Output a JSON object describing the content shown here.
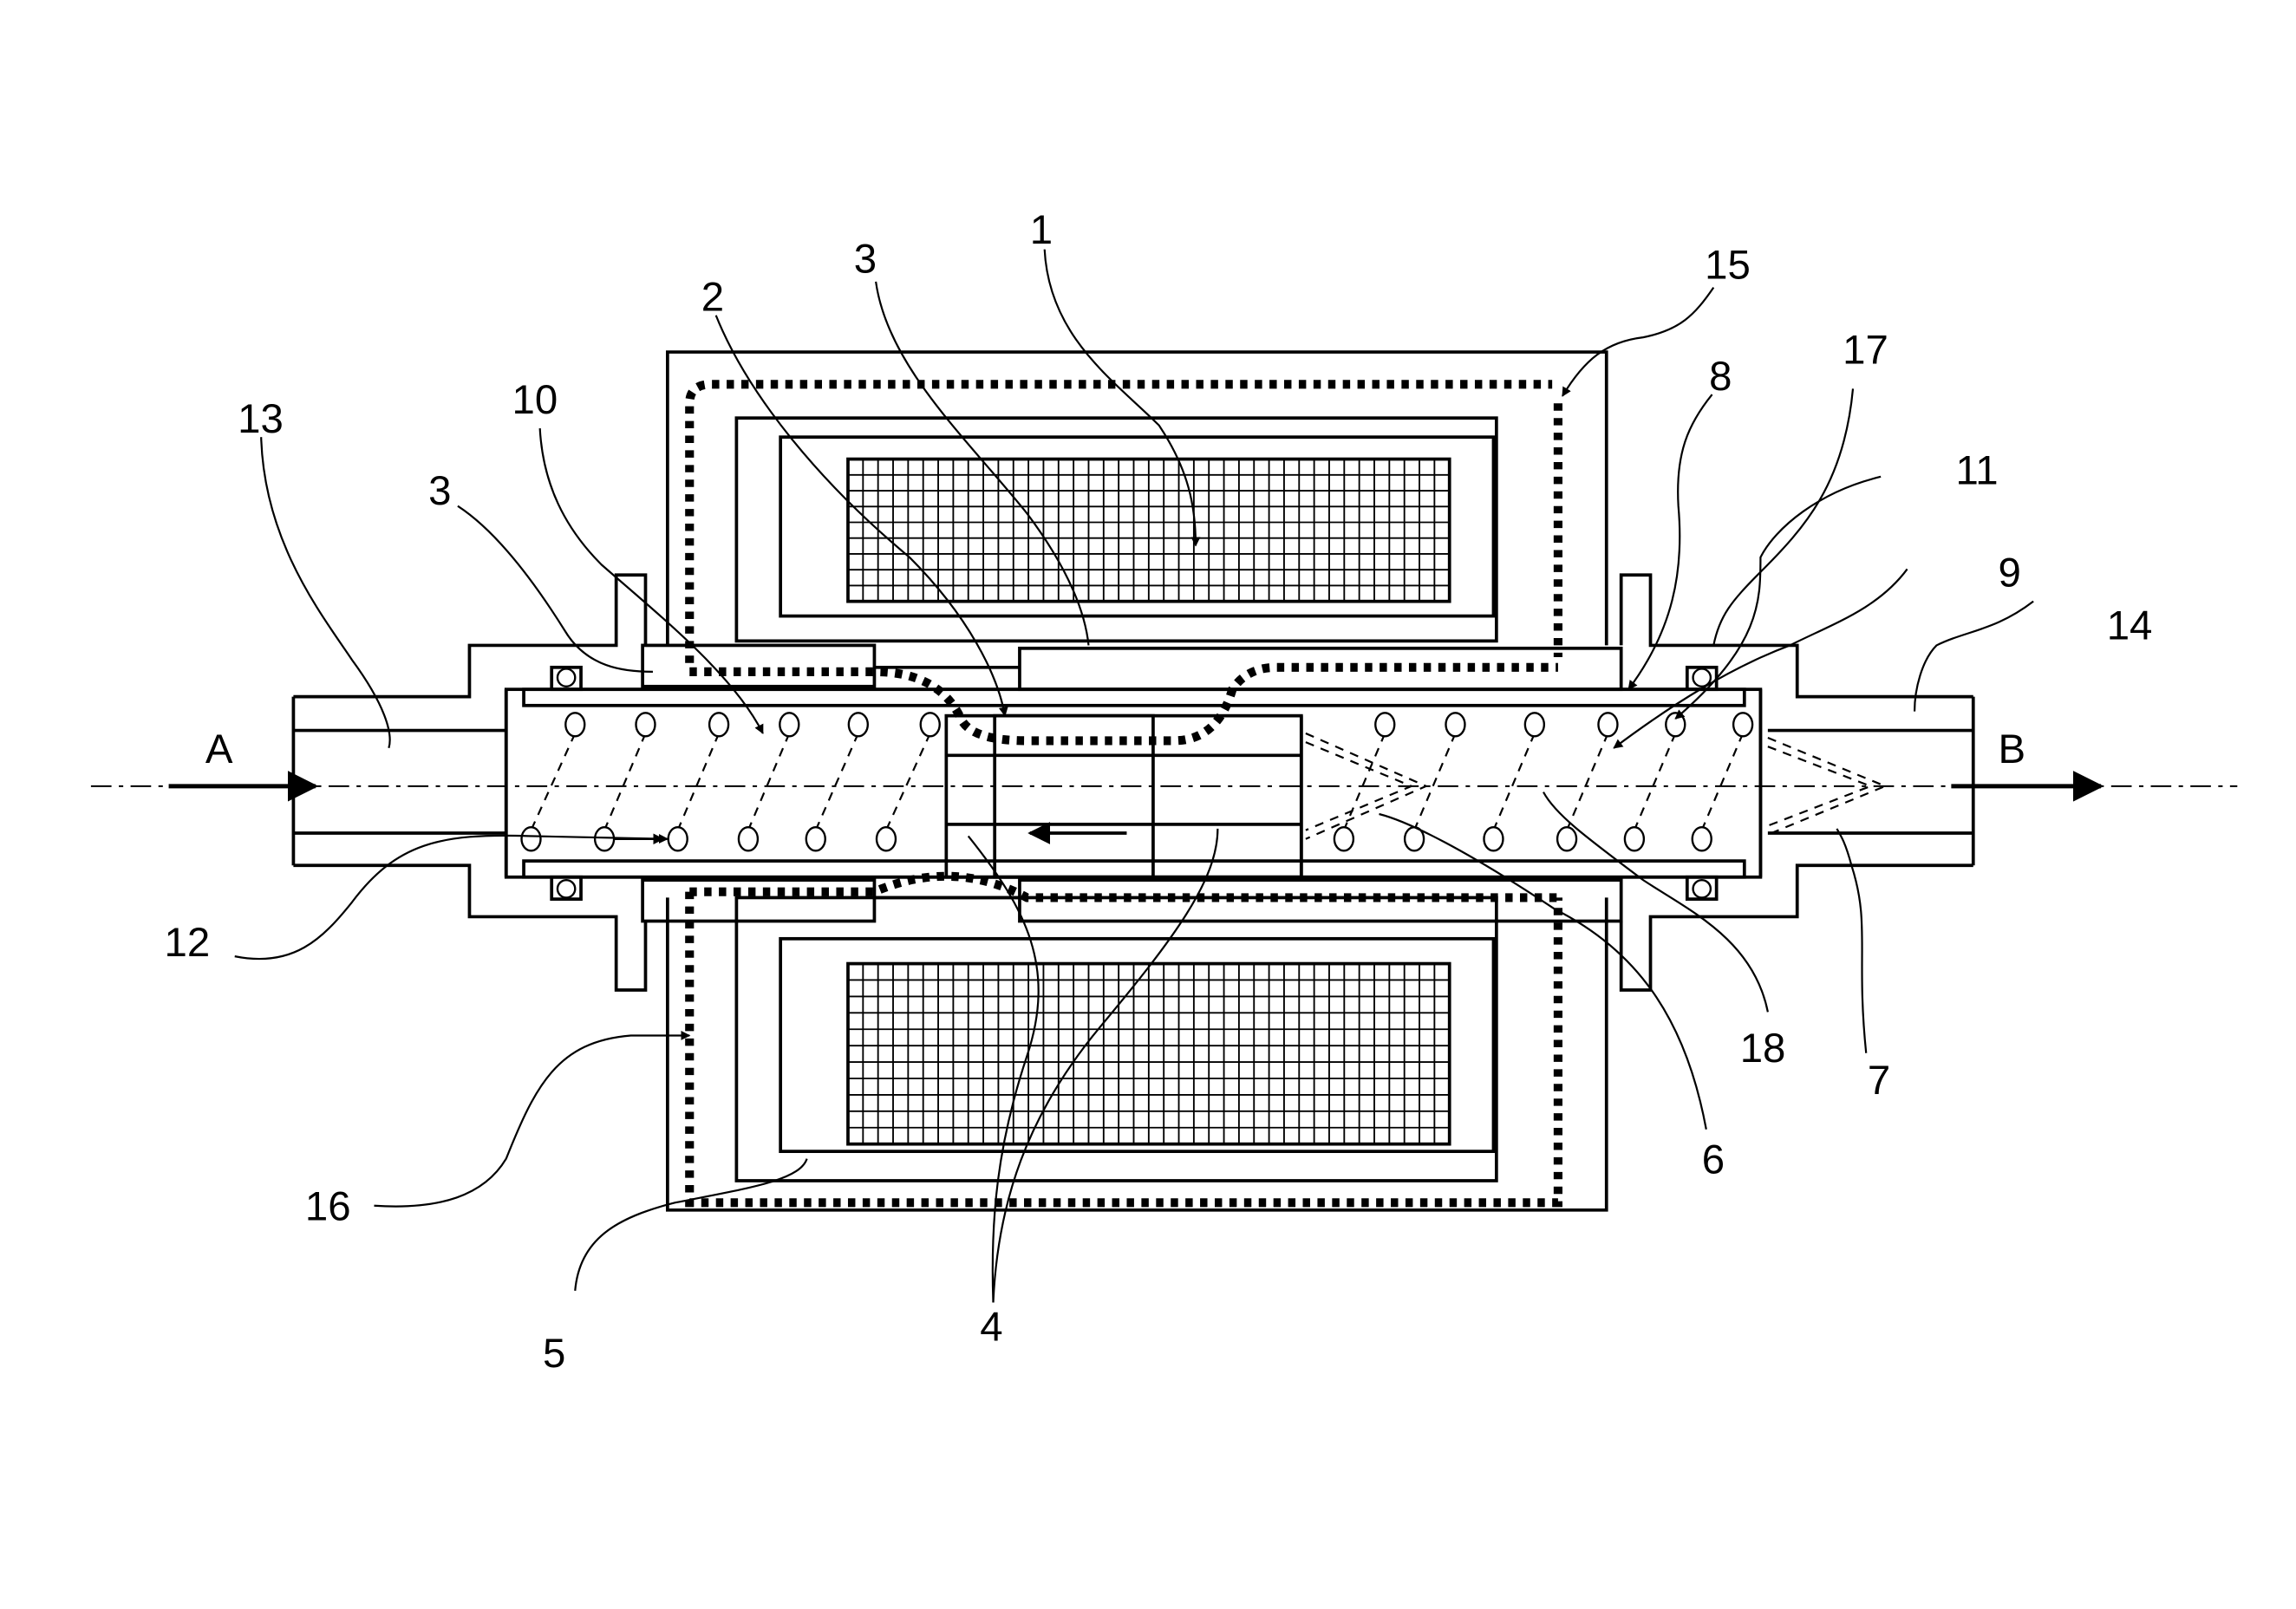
{
  "figure": {
    "type": "patent-cross-section",
    "subject": "solenoid-driven fluid pump / valve cross-section"
  },
  "flow": {
    "inlet_label": "A",
    "outlet_label": "B"
  },
  "reference_numerals": {
    "n1": "1",
    "n2": "2",
    "n3a": "3",
    "n3b": "3",
    "n4": "4",
    "n5": "5",
    "n6": "6",
    "n7": "7",
    "n8": "8",
    "n9": "9",
    "n10": "10",
    "n11": "11",
    "n12": "12",
    "n13": "13",
    "n14": "14",
    "n15": "15",
    "n16": "16",
    "n17": "17",
    "n18": "18"
  }
}
